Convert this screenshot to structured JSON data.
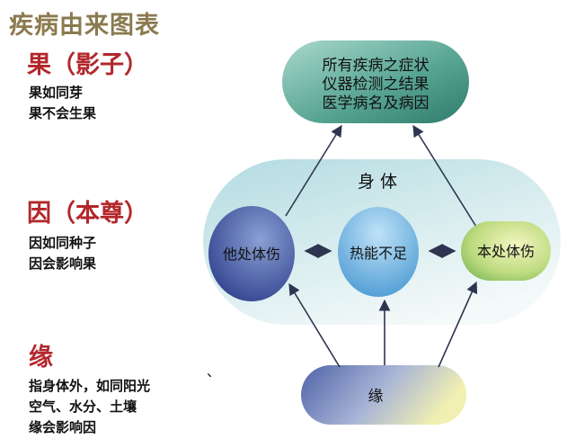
{
  "title": "疾病由来图表",
  "sections": {
    "guo": {
      "heading": "果（影子）",
      "lines": [
        "果如同芽",
        "果不会生果"
      ]
    },
    "yin": {
      "heading": "因（本尊）",
      "lines": [
        "因如同种子",
        "因会影响果"
      ]
    },
    "yuan": {
      "heading": "缘",
      "lines": [
        "指身体外，如同阳光",
        "空气、水分、土壤",
        "缘会影响因"
      ]
    }
  },
  "stray_mark": "、",
  "diagram": {
    "result_lines": [
      "所有疾病之症状",
      "仪器检测之结果",
      "医学病名及病因"
    ],
    "body_label": "身 体",
    "other_injury": "他处体伤",
    "heat_insufficient": "热能不足",
    "local_injury": "本处体伤",
    "yuan_label": "缘"
  }
}
